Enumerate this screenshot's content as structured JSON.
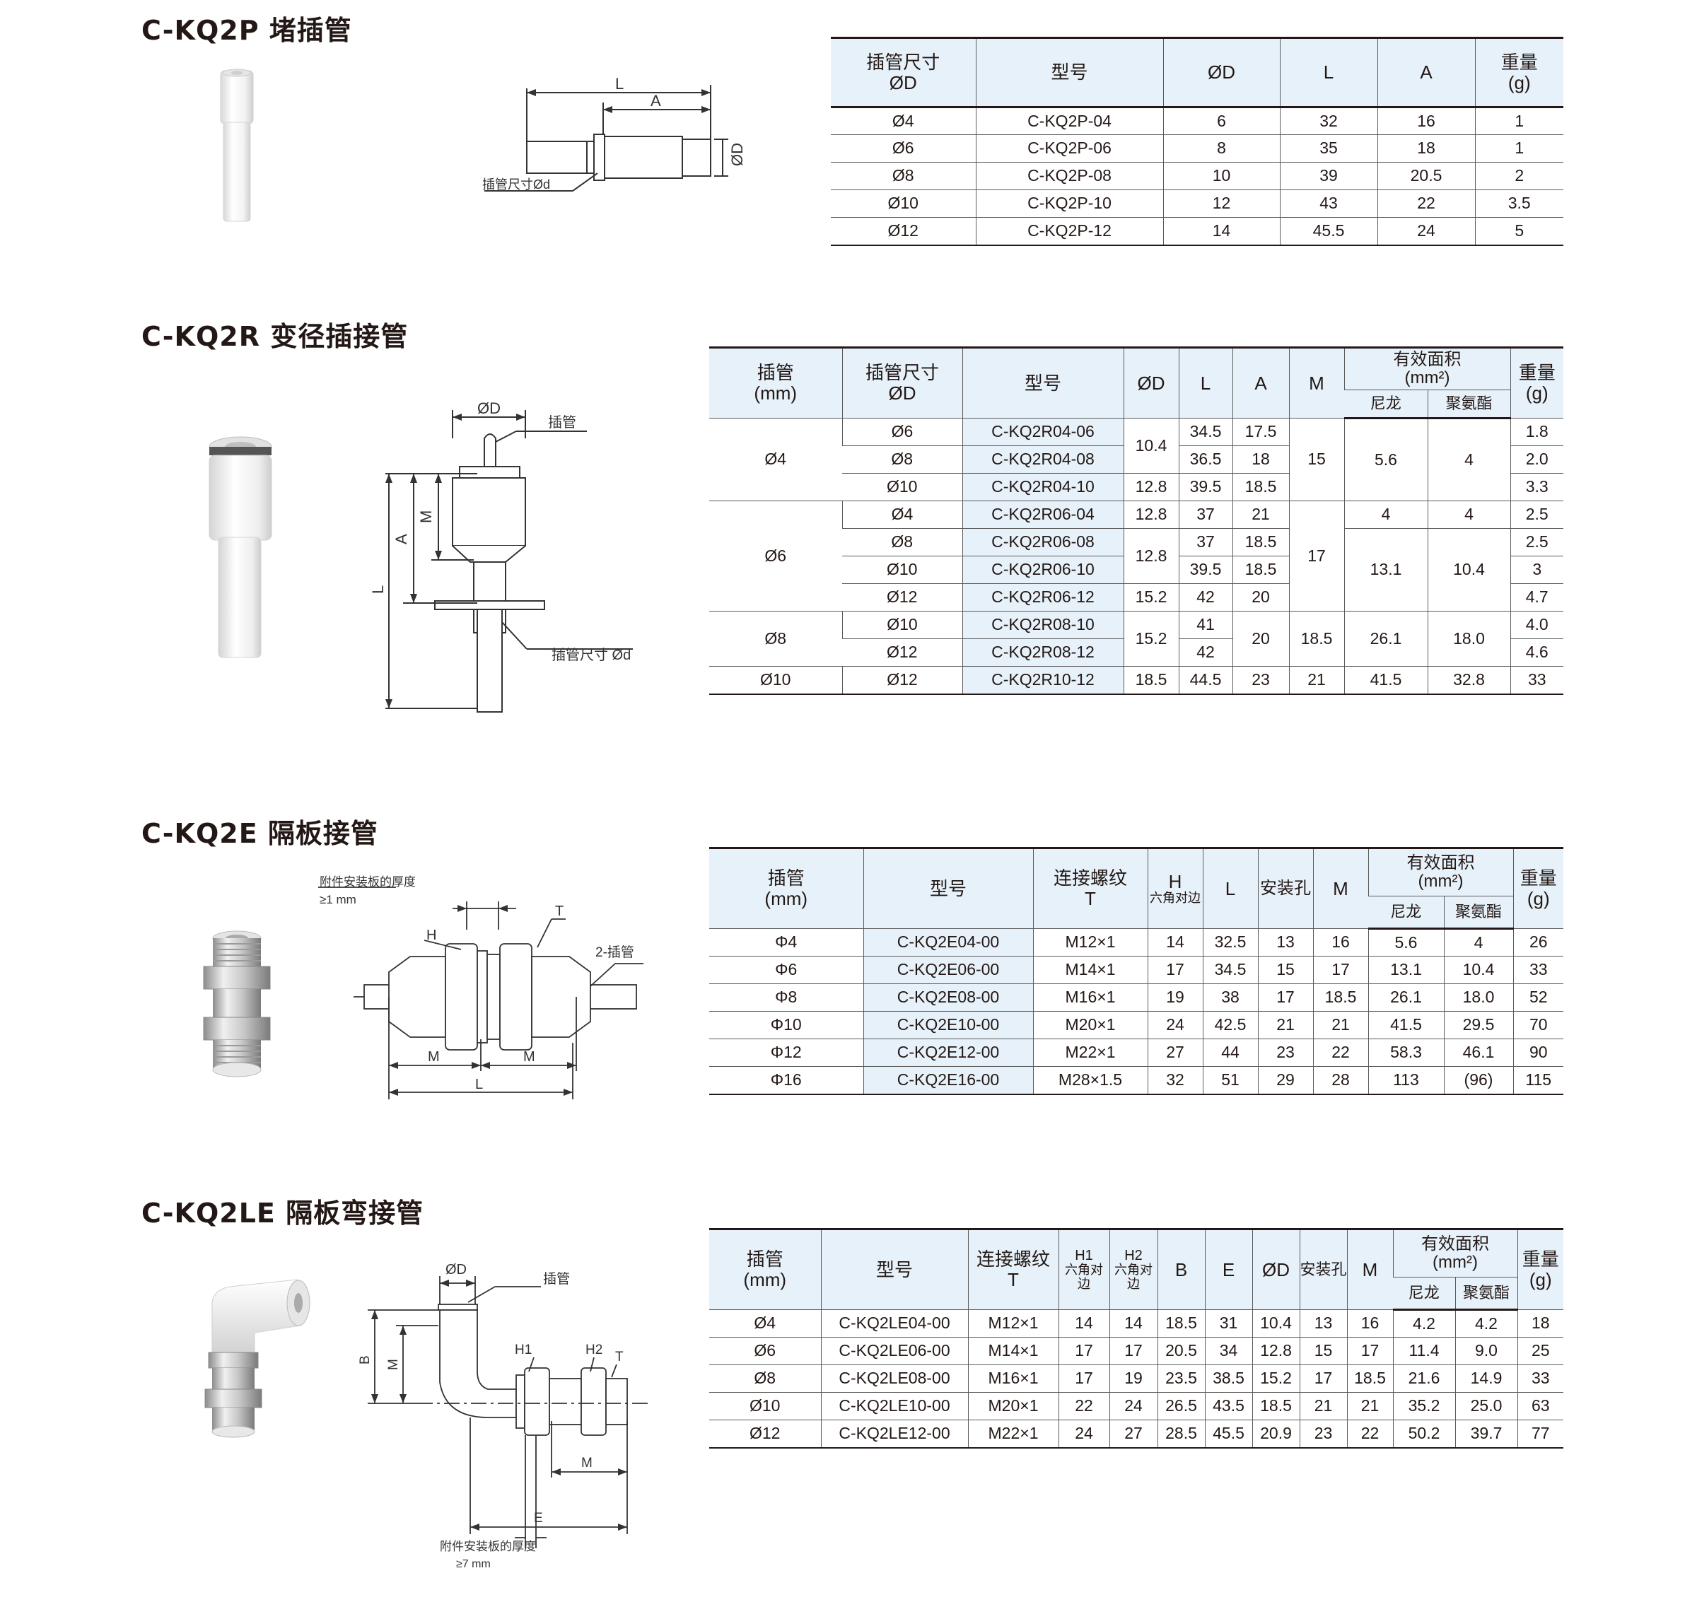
{
  "sections": {
    "kq2p": {
      "title": "C-KQ2P 堵插管",
      "drawing_labels": {
        "L": "L",
        "A": "A",
        "D": "ØD",
        "d": "插管尺寸Ød"
      },
      "headers": [
        "插管尺寸",
        "ØD",
        "型号",
        "ØD",
        "L",
        "A",
        "重量",
        "(g)"
      ],
      "rows": [
        [
          "Ø4",
          "C-KQ2P-04",
          "6",
          "32",
          "16",
          "1"
        ],
        [
          "Ø6",
          "C-KQ2P-06",
          "8",
          "35",
          "18",
          "1"
        ],
        [
          "Ø8",
          "C-KQ2P-08",
          "10",
          "39",
          "20.5",
          "2"
        ],
        [
          "Ø10",
          "C-KQ2P-10",
          "12",
          "43",
          "22",
          "3.5"
        ],
        [
          "Ø12",
          "C-KQ2P-12",
          "14",
          "45.5",
          "24",
          "5"
        ]
      ]
    },
    "kq2r": {
      "title": "C-KQ2R 变径插接管",
      "drawing_labels": {
        "D": "ØD",
        "tube": "插管",
        "A": "A",
        "M": "M",
        "L": "L",
        "d": "插管尺寸 Ød"
      },
      "headers": [
        "插管",
        "(mm)",
        "插管尺寸",
        "ØD",
        "型号",
        "ØD",
        "L",
        "A",
        "M",
        "有效面积",
        "(mm²)",
        "尼龙",
        "聚氨酯",
        "重量",
        "(g)"
      ],
      "groups": [
        "Ø4",
        "Ø6",
        "Ø8",
        "Ø10"
      ],
      "sizes": [
        "Ø6",
        "Ø8",
        "Ø10",
        "Ø4",
        "Ø8",
        "Ø10",
        "Ø12",
        "Ø10",
        "Ø12",
        "Ø12"
      ],
      "models": [
        "C-KQ2R04-06",
        "C-KQ2R04-08",
        "C-KQ2R04-10",
        "C-KQ2R06-04",
        "C-KQ2R06-08",
        "C-KQ2R06-10",
        "C-KQ2R06-12",
        "C-KQ2R08-10",
        "C-KQ2R08-12",
        "C-KQ2R10-12"
      ],
      "od": [
        "10.4",
        "12.8",
        "12.8",
        "12.8",
        "15.2",
        "15.2",
        "18.5"
      ],
      "l": [
        "34.5",
        "36.5",
        "39.5",
        "37",
        "37",
        "39.5",
        "42",
        "41",
        "42",
        "44.5"
      ],
      "a": [
        "17.5",
        "18",
        "18.5",
        "21",
        "18.5",
        "18.5",
        "20",
        "20",
        "23"
      ],
      "m": [
        "15",
        "17",
        "18.5",
        "21"
      ],
      "nylon": [
        "5.6",
        "4",
        "13.1",
        "26.1",
        "41.5"
      ],
      "pu": [
        "4",
        "4",
        "10.4",
        "18.0",
        "32.8"
      ],
      "weight": [
        "1.8",
        "2.0",
        "3.3",
        "2.5",
        "2.5",
        "3",
        "4.7",
        "4.0",
        "4.6",
        "33"
      ]
    },
    "kq2e": {
      "title": "C-KQ2E 隔板接管",
      "drawing_labels": {
        "plate": "附件安装板的厚度",
        "plate_min": "≥1 mm",
        "H": "H",
        "T": "T",
        "tube": "2-插管",
        "M1": "M",
        "M2": "M",
        "L": "L"
      },
      "headers": [
        "插管",
        "(mm)",
        "型号",
        "连接螺纹",
        "T",
        "H",
        "六角对边",
        "L",
        "安装孔",
        "M",
        "有效面积",
        "(mm²)",
        "尼龙",
        "聚氨酯",
        "重量",
        "(g)"
      ],
      "rows": [
        [
          "Φ4",
          "C-KQ2E04-00",
          "M12×1",
          "14",
          "32.5",
          "13",
          "16",
          "5.6",
          "4",
          "26"
        ],
        [
          "Φ6",
          "C-KQ2E06-00",
          "M14×1",
          "17",
          "34.5",
          "15",
          "17",
          "13.1",
          "10.4",
          "33"
        ],
        [
          "Φ8",
          "C-KQ2E08-00",
          "M16×1",
          "19",
          "38",
          "17",
          "18.5",
          "26.1",
          "18.0",
          "52"
        ],
        [
          "Φ10",
          "C-KQ2E10-00",
          "M20×1",
          "24",
          "42.5",
          "21",
          "21",
          "41.5",
          "29.5",
          "70"
        ],
        [
          "Φ12",
          "C-KQ2E12-00",
          "M22×1",
          "27",
          "44",
          "23",
          "22",
          "58.3",
          "46.1",
          "90"
        ],
        [
          "Φ16",
          "C-KQ2E16-00",
          "M28×1.5",
          "32",
          "51",
          "29",
          "28",
          "113",
          "(96)",
          "115"
        ]
      ]
    },
    "kq2le": {
      "title": "C-KQ2LE 隔板弯接管",
      "drawing_labels": {
        "D": "ØD",
        "tube": "插管",
        "H1": "H1",
        "H2": "H2",
        "T": "T",
        "B": "B",
        "M1": "M",
        "M2": "M",
        "E": "E",
        "plate": "附件安装板的厚度",
        "plate_min": "≥7 mm"
      },
      "headers": [
        "插管",
        "(mm)",
        "型号",
        "连接螺纹",
        "T",
        "H1",
        "六角对边",
        "H2",
        "六角对边",
        "B",
        "E",
        "ØD",
        "安装孔",
        "M",
        "有效面积",
        "(mm²)",
        "尼龙",
        "聚氨酯",
        "重量",
        "(g)"
      ],
      "rows": [
        [
          "Ø4",
          "C-KQ2LE04-00",
          "M12×1",
          "14",
          "14",
          "18.5",
          "31",
          "10.4",
          "13",
          "16",
          "4.2",
          "4.2",
          "18"
        ],
        [
          "Ø6",
          "C-KQ2LE06-00",
          "M14×1",
          "17",
          "17",
          "20.5",
          "34",
          "12.8",
          "15",
          "17",
          "11.4",
          "9.0",
          "25"
        ],
        [
          "Ø8",
          "C-KQ2LE08-00",
          "M16×1",
          "17",
          "19",
          "23.5",
          "38.5",
          "15.2",
          "17",
          "18.5",
          "21.6",
          "14.9",
          "33"
        ],
        [
          "Ø10",
          "C-KQ2LE10-00",
          "M20×1",
          "22",
          "24",
          "26.5",
          "43.5",
          "18.5",
          "21",
          "21",
          "35.2",
          "25.0",
          "63"
        ],
        [
          "Ø12",
          "C-KQ2LE12-00",
          "M22×1",
          "24",
          "27",
          "28.5",
          "45.5",
          "20.9",
          "23",
          "22",
          "50.2",
          "39.7",
          "77"
        ]
      ]
    }
  }
}
